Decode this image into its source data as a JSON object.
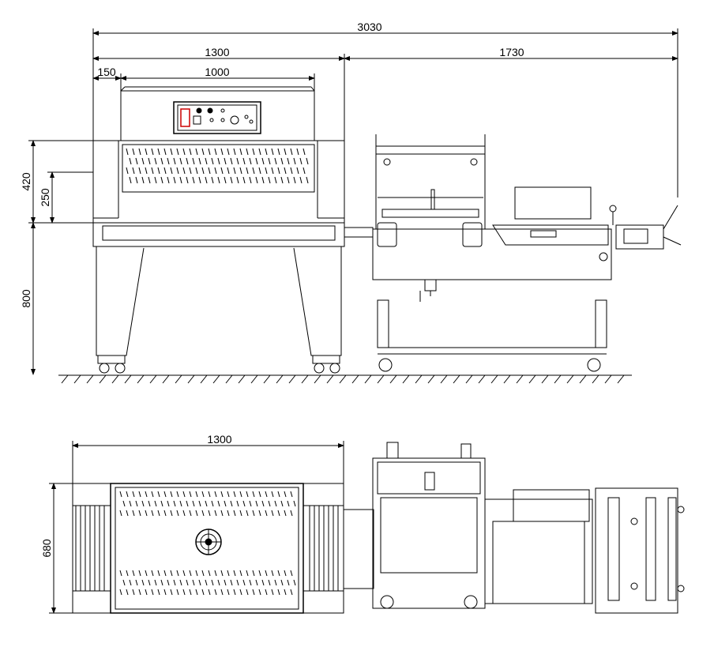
{
  "colors": {
    "line": "#000000",
    "accent": "#cc0000",
    "background": "#ffffff"
  },
  "front_view": {
    "dimensions": {
      "total_length": "3030",
      "tunnel_length": "1300",
      "sealer_length": "1730",
      "offset": "150",
      "chamber_length": "1000",
      "chamber_height": "420",
      "opening_height": "250",
      "table_height": "800"
    }
  },
  "top_view": {
    "dimensions": {
      "tunnel_length": "1300",
      "width": "680"
    }
  }
}
